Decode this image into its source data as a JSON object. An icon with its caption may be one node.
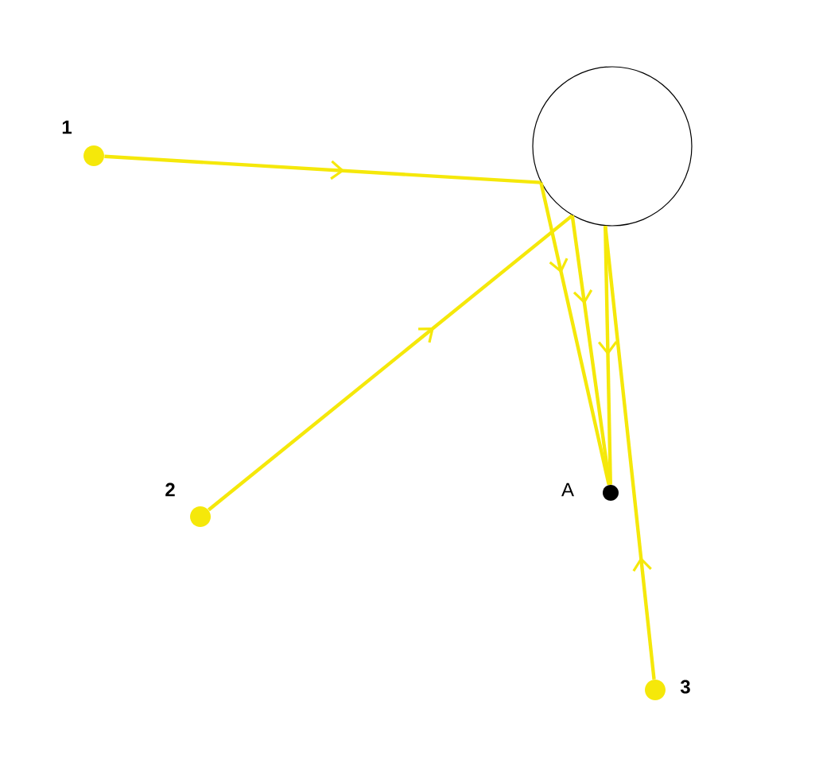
{
  "diagram": {
    "nodes": [
      {
        "text": [],
        "shape": "circle",
        "beside": [
          "1"
        ]
      },
      {
        "text": [],
        "shape": "circle",
        "beside": [
          "2"
        ]
      },
      {
        "text": [],
        "shape": "circle"
      },
      {
        "text": [],
        "shape": "circle",
        "beside": [
          "A"
        ]
      },
      {
        "text": [],
        "shape": "circle",
        "beside": [
          "3"
        ]
      }
    ],
    "edges": [
      {
        "from": 0,
        "to": 2,
        "arrow": "to"
      },
      {
        "from": 1,
        "to": 2,
        "arrow": "to"
      },
      {
        "from": 4,
        "to": 2,
        "arrow": "to"
      },
      {
        "from": 2,
        "to": 3,
        "arrow": "to"
      },
      {
        "from": 2,
        "to": 3,
        "arrow": "to"
      },
      {
        "from": 2,
        "to": 3,
        "arrow": "to"
      }
    ]
  }
}
